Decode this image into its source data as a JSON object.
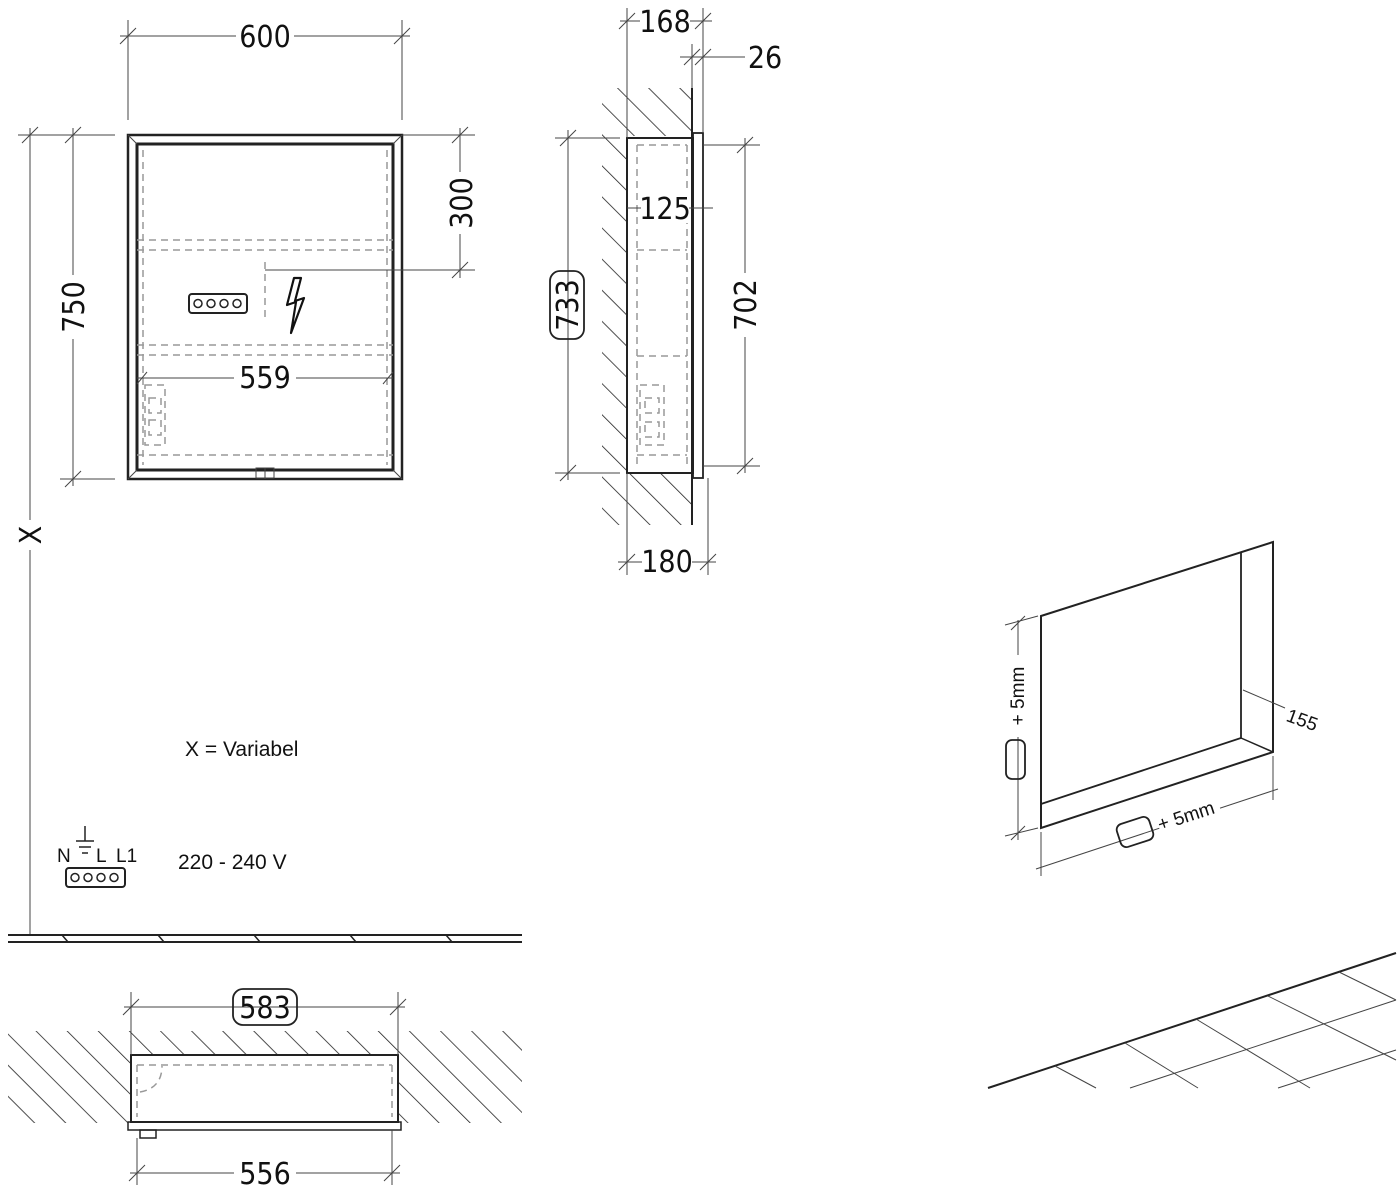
{
  "front_view": {
    "width": "600",
    "height": "750",
    "outlet_height": "300",
    "inner_width": "559",
    "distance_label": "X"
  },
  "side_view": {
    "depth_total": "168",
    "front_depth": "26",
    "niche_height": "733",
    "shelf_gap": "125",
    "inner_height": "702",
    "niche_depth": "180"
  },
  "notes": {
    "variable": "X = Variabel",
    "voltage": "220 - 240 V",
    "terminals": {
      "n": "N",
      "l": "L",
      "l1": "L1"
    }
  },
  "top_view": {
    "niche_width": "583",
    "inner_width": "556"
  },
  "iso_view": {
    "depth": "155",
    "height_tolerance": "+ 5mm",
    "width_tolerance": "+ 5mm"
  },
  "icons": [
    "lightning-icon",
    "socket-icon",
    "ground-icon"
  ]
}
